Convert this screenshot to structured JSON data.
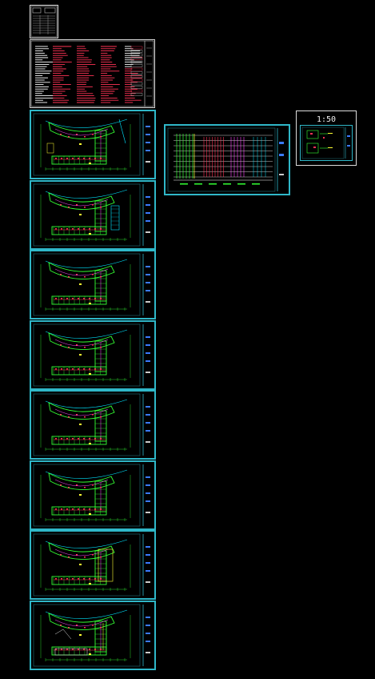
{
  "viewport": {
    "background": "#000000"
  },
  "colors": {
    "sheet_border": "#2fb7c8",
    "plan_line": "#33ff33",
    "annotation": "#ff3355",
    "text_white": "#ffffff",
    "grid_cyan": "#00e5ff",
    "accent_yellow": "#ffff33",
    "accent_magenta": "#ff44ff"
  },
  "detail_sheet": {
    "scale_label": "1:50"
  },
  "floor_plans": [
    {
      "name": "floor-plan-1"
    },
    {
      "name": "floor-plan-2"
    },
    {
      "name": "floor-plan-3"
    },
    {
      "name": "floor-plan-4"
    },
    {
      "name": "floor-plan-5"
    },
    {
      "name": "floor-plan-6"
    },
    {
      "name": "floor-plan-7"
    },
    {
      "name": "floor-plan-8"
    }
  ],
  "icons": {
    "cover": "title-block-icon",
    "notes": "general-notes-sheet-icon",
    "system": "riser-diagram-icon"
  }
}
